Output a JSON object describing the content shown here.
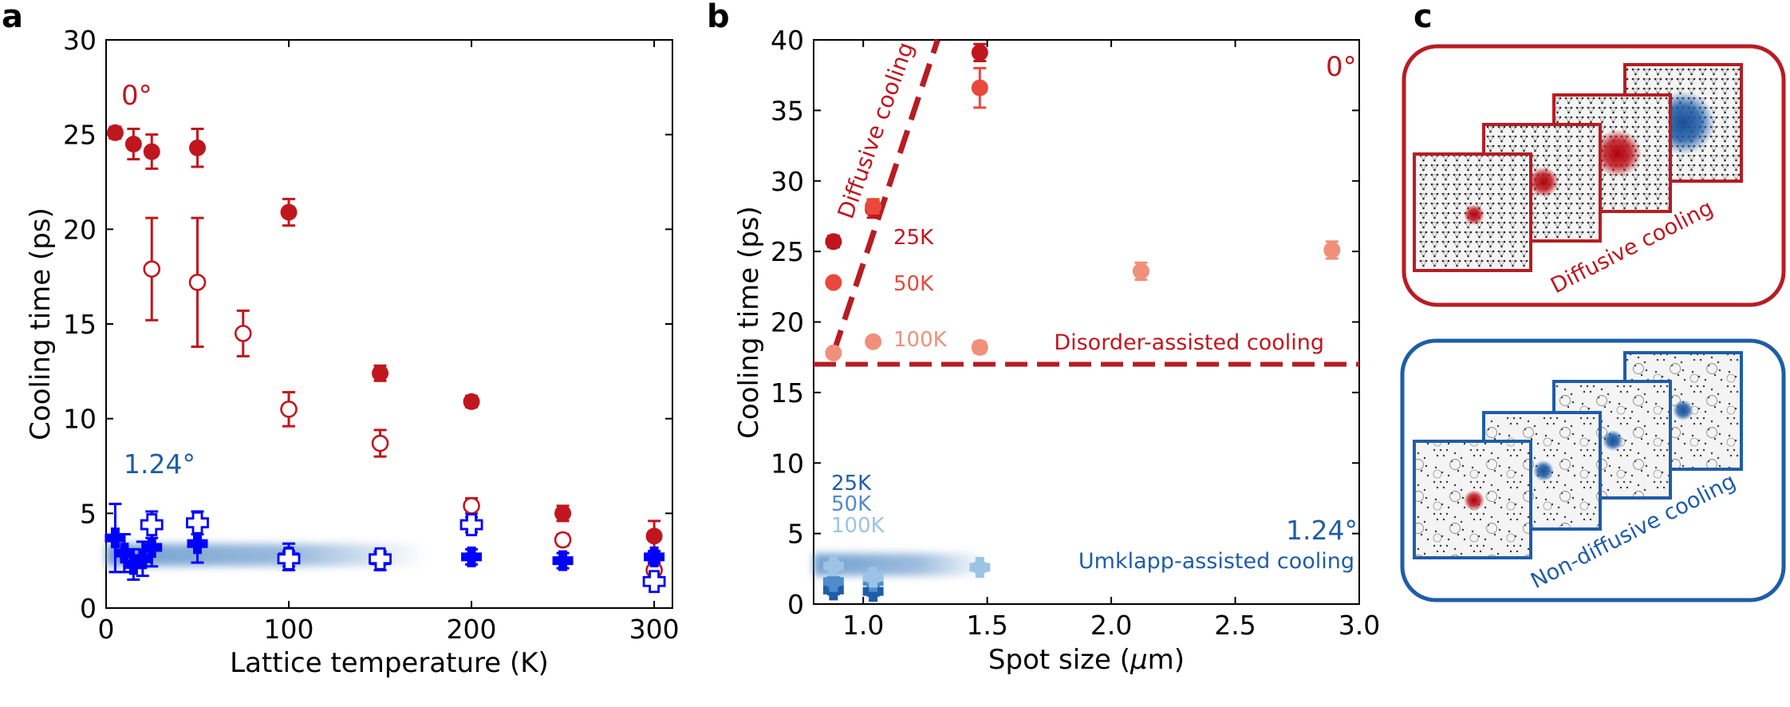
{
  "panel_letters": [
    "a",
    "b",
    "c"
  ],
  "colors": {
    "red": "#c0161e",
    "red_mid": "#e8493a",
    "red_light": "#f0907a",
    "blue_dark": "#1e5da8",
    "blue_mid": "#4f8ccb",
    "blue_light": "#9cc3e6",
    "band": "#5a8fc8"
  },
  "chart_data": [
    {
      "type": "scatter",
      "panel": "a",
      "xlabel": "Lattice temperature (K)",
      "ylabel": "Cooling time (ps)",
      "xlim": [
        0,
        310
      ],
      "ylim": [
        0,
        30
      ],
      "xticks": [
        0,
        100,
        200,
        300
      ],
      "yticks": [
        0,
        5,
        10,
        15,
        20,
        25,
        30
      ],
      "annotations": [
        {
          "text": "0°",
          "color": "red"
        },
        {
          "text": "1.24°",
          "color": "blue"
        }
      ],
      "blue_band": {
        "x": [
          0,
          175
        ],
        "y": 2.8
      },
      "series": [
        {
          "marker": "filled-circle",
          "color": "red",
          "points": [
            {
              "x": 5,
              "y": 25.1,
              "err": 0.3
            },
            {
              "x": 15,
              "y": 24.5,
              "err": 0.8
            },
            {
              "x": 25,
              "y": 24.1,
              "err": 0.9
            },
            {
              "x": 50,
              "y": 24.3,
              "err": 1.0
            },
            {
              "x": 100,
              "y": 20.9,
              "err": 0.7
            },
            {
              "x": 150,
              "y": 12.4,
              "err": 0.4
            },
            {
              "x": 200,
              "y": 10.9,
              "err": 0.3
            },
            {
              "x": 250,
              "y": 5.0,
              "err": 0.4
            },
            {
              "x": 300,
              "y": 3.8,
              "err": 0.8
            }
          ]
        },
        {
          "marker": "open-circle",
          "color": "red",
          "points": [
            {
              "x": 25,
              "y": 17.9,
              "err": 2.7
            },
            {
              "x": 50,
              "y": 17.2,
              "err": 3.4
            },
            {
              "x": 75,
              "y": 14.5,
              "err": 1.2
            },
            {
              "x": 100,
              "y": 10.5,
              "err": 0.9
            },
            {
              "x": 150,
              "y": 8.7,
              "err": 0.7
            },
            {
              "x": 200,
              "y": 5.4,
              "err": 0.4
            },
            {
              "x": 250,
              "y": 3.6,
              "err": 0.3
            },
            {
              "x": 300,
              "y": 2.0,
              "err": 0.3
            }
          ]
        },
        {
          "marker": "filled-cross",
          "color": "blue",
          "points": [
            {
              "x": 5,
              "y": 3.7,
              "err": 1.8
            },
            {
              "x": 10,
              "y": 2.9,
              "err": 1.0
            },
            {
              "x": 15,
              "y": 2.3,
              "err": 0.8
            },
            {
              "x": 20,
              "y": 2.6,
              "err": 0.9
            },
            {
              "x": 25,
              "y": 3.2,
              "err": 1.0
            },
            {
              "x": 50,
              "y": 3.4,
              "err": 1.0
            },
            {
              "x": 100,
              "y": 2.7,
              "err": 0.7
            },
            {
              "x": 150,
              "y": 2.5,
              "err": 0.5
            },
            {
              "x": 200,
              "y": 2.7,
              "err": 0.4
            },
            {
              "x": 250,
              "y": 2.5,
              "err": 0.4
            },
            {
              "x": 300,
              "y": 2.7,
              "err": 0.3
            }
          ]
        },
        {
          "marker": "open-cross",
          "color": "blue",
          "points": [
            {
              "x": 25,
              "y": 4.4,
              "err": 0.7
            },
            {
              "x": 50,
              "y": 4.5,
              "err": 0.6
            },
            {
              "x": 100,
              "y": 2.6,
              "err": 0.4
            },
            {
              "x": 150,
              "y": 2.6,
              "err": 0.3
            },
            {
              "x": 200,
              "y": 4.4,
              "err": 0.4
            },
            {
              "x": 300,
              "y": 1.4,
              "err": 0.2
            }
          ]
        }
      ]
    },
    {
      "type": "scatter",
      "panel": "b",
      "xlabel": "Spot size (",
      "xlabel_mu": "μ",
      "xlabel_unit": "m)",
      "ylabel": "Cooling time (ps)",
      "xlim": [
        0.8,
        3.0
      ],
      "ylim": [
        0,
        40
      ],
      "xticks": [
        1.0,
        1.5,
        2.0,
        2.5,
        3.0
      ],
      "yticks": [
        0,
        5,
        10,
        15,
        20,
        25,
        30,
        35,
        40
      ],
      "annotations": [
        {
          "text": "0°",
          "color": "red"
        },
        {
          "text": "1.24°",
          "color": "blue"
        },
        {
          "text": "Diffusive cooling",
          "color": "red"
        },
        {
          "text": "Disorder-assisted cooling",
          "color": "red"
        },
        {
          "text": "Umklapp-assisted cooling",
          "color": "blue"
        }
      ],
      "legend_red": [
        {
          "label": "25K",
          "color": "red"
        },
        {
          "label": "50K",
          "color": "red_mid"
        },
        {
          "label": "100K",
          "color": "red_light"
        }
      ],
      "legend_blue": [
        {
          "label": "25K",
          "color": "blue_dark"
        },
        {
          "label": "50K",
          "color": "blue_mid"
        },
        {
          "label": "100K",
          "color": "blue_light"
        }
      ],
      "lines": [
        {
          "name": "diffusive",
          "x": [
            0.88,
            1.3
          ],
          "y": [
            17.8,
            40
          ]
        },
        {
          "name": "disorder",
          "x": [
            0.8,
            3.0
          ],
          "y": [
            17.0,
            17.0
          ]
        }
      ],
      "blue_band": {
        "x": [
          0.8,
          1.5
        ],
        "y": 2.8
      },
      "series": [
        {
          "label": "25K",
          "marker": "filled-circle",
          "color": "red",
          "points": [
            {
              "x": 0.88,
              "y": 25.7,
              "err": 0.4
            },
            {
              "x": 1.04,
              "y": 28.0,
              "err": 0.6
            },
            {
              "x": 1.47,
              "y": 39.1,
              "err": 0.6
            }
          ]
        },
        {
          "label": "50K",
          "marker": "filled-circle",
          "color": "red_mid",
          "points": [
            {
              "x": 0.88,
              "y": 22.8,
              "err": 0.3
            },
            {
              "x": 1.04,
              "y": 28.2,
              "err": 0.5
            },
            {
              "x": 1.47,
              "y": 36.6,
              "err": 1.4
            }
          ]
        },
        {
          "label": "100K",
          "marker": "filled-circle",
          "color": "red_light",
          "points": [
            {
              "x": 0.88,
              "y": 17.8,
              "err": 0.3
            },
            {
              "x": 1.04,
              "y": 18.6,
              "err": 0.3
            },
            {
              "x": 1.47,
              "y": 18.2,
              "err": 0.4
            },
            {
              "x": 2.12,
              "y": 23.6,
              "err": 0.6
            },
            {
              "x": 2.89,
              "y": 25.1,
              "err": 0.6
            }
          ]
        },
        {
          "label": "25K",
          "marker": "filled-cross",
          "color": "blue_dark",
          "points": [
            {
              "x": 0.88,
              "y": 1.0,
              "err": 0.3
            },
            {
              "x": 1.04,
              "y": 0.9,
              "err": 0.3
            }
          ]
        },
        {
          "label": "50K",
          "marker": "filled-cross",
          "color": "blue_mid",
          "points": [
            {
              "x": 0.88,
              "y": 1.6,
              "err": 0.3
            },
            {
              "x": 1.04,
              "y": 1.6,
              "err": 0.3
            }
          ]
        },
        {
          "label": "100K",
          "marker": "filled-cross",
          "color": "blue_light",
          "points": [
            {
              "x": 0.88,
              "y": 2.7,
              "err": 0.3
            },
            {
              "x": 1.04,
              "y": 1.9,
              "err": 0.3
            },
            {
              "x": 1.47,
              "y": 2.6,
              "err": 0.3
            }
          ]
        }
      ]
    }
  ],
  "schematic": {
    "top_caption": "Diffusive cooling",
    "bottom_caption": "Non-diffusive cooling"
  }
}
